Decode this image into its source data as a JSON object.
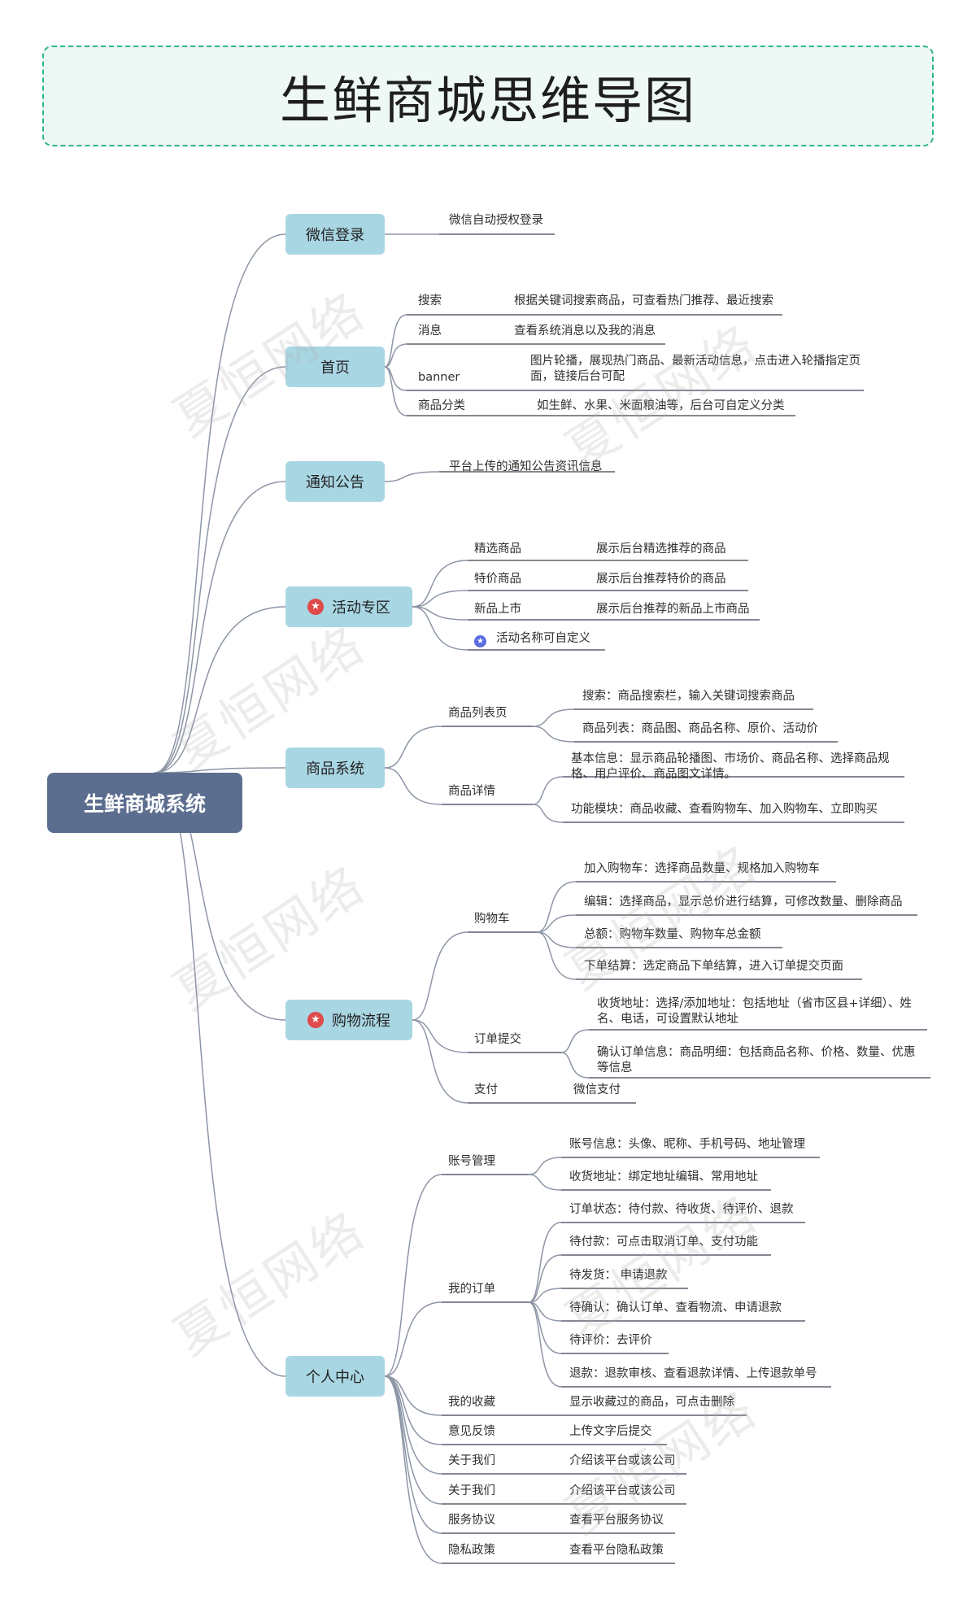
{
  "title": "生鲜商城思维导图",
  "watermark": "夏恒网络",
  "colors": {
    "root": "#5c6e8f",
    "category": "#a9d6e3",
    "line": "#8d96a6",
    "banner_border": "#2bb38a",
    "highlight_star": "#e04a4a"
  },
  "root": "生鲜商城系统",
  "categories": [
    {
      "label": "微信登录",
      "leaves": [
        {
          "value": "微信自动授权登录"
        }
      ]
    },
    {
      "label": "首页",
      "items": [
        {
          "label": "搜索",
          "value": "根据关键词搜索商品，可查看热门推荐、最近搜索"
        },
        {
          "label": "消息",
          "value": "查看系统消息以及我的消息"
        },
        {
          "label": "banner",
          "value": "图片轮播，展现热门商品、最新活动信息，点击进入轮播指定页面，链接后台可配"
        },
        {
          "label": "商品分类",
          "value": "如生鲜、水果、米面粮油等，后台可自定义分类"
        }
      ]
    },
    {
      "label": "通知公告",
      "leaves": [
        {
          "value": "平台上传的通知公告资讯信息"
        }
      ]
    },
    {
      "label": "活动专区",
      "highlight": true,
      "items": [
        {
          "label": "精选商品",
          "value": "展示后台精选推荐的商品"
        },
        {
          "label": "特价商品",
          "value": "展示后台推荐特价的商品"
        },
        {
          "label": "新品上市",
          "value": "展示后台推荐的新品上市商品"
        },
        {
          "label": "活动名称可自定义",
          "star": true
        }
      ]
    },
    {
      "label": "商品系统",
      "items": [
        {
          "label": "商品列表页",
          "details": [
            "搜索：商品搜索栏，输入关键词搜索商品",
            "商品列表：商品图、商品名称、原价、活动价"
          ]
        },
        {
          "label": "商品详情",
          "details": [
            "基本信息：显示商品轮播图、市场价、商品名称、选择商品规格、用户评价、商品图文详情。",
            "功能模块：商品收藏、查看购物车、加入购物车、立即购买"
          ]
        }
      ]
    },
    {
      "label": "购物流程",
      "highlight": true,
      "items": [
        {
          "label": "购物车",
          "details": [
            "加入购物车：选择商品数量、规格加入购物车",
            "编辑：选择商品，显示总价进行结算，可修改数量、删除商品",
            "总额：购物车数量、购物车总金额",
            "下单结算：选定商品下单结算，进入订单提交页面"
          ]
        },
        {
          "label": "订单提交",
          "details": [
            "收货地址：选择/添加地址：包括地址（省市区县+详细）、姓名、电话，可设置默认地址",
            "确认订单信息：商品明细：包括商品名称、价格、数量、优惠等信息"
          ]
        },
        {
          "label": "支付",
          "value": "微信支付"
        }
      ]
    },
    {
      "label": "个人中心",
      "items": [
        {
          "label": "账号管理",
          "details": [
            "账号信息：头像、昵称、手机号码、地址管理",
            "收货地址：绑定地址编辑、常用地址"
          ]
        },
        {
          "label": "我的订单",
          "details": [
            "订单状态：待付款、待收货、待评价、退款",
            "待付款：可点击取消订单、支付功能",
            "待发货： 申请退款",
            "待确认：确认订单、查看物流、申请退款",
            "待评价：去评价",
            "退款：退款审核、查看退款详情、上传退款单号"
          ]
        },
        {
          "label": "我的收藏",
          "value": "显示收藏过的商品，可点击删除"
        },
        {
          "label": "意见反馈",
          "value": "上传文字后提交"
        },
        {
          "label": "关于我们",
          "value": "介绍该平台或该公司"
        },
        {
          "label": "关于我们",
          "value": "介绍该平台或该公司"
        },
        {
          "label": "服务协议",
          "value": "查看平台服务协议"
        },
        {
          "label": "隐私政策",
          "value": "查看平台隐私政策"
        }
      ]
    }
  ]
}
